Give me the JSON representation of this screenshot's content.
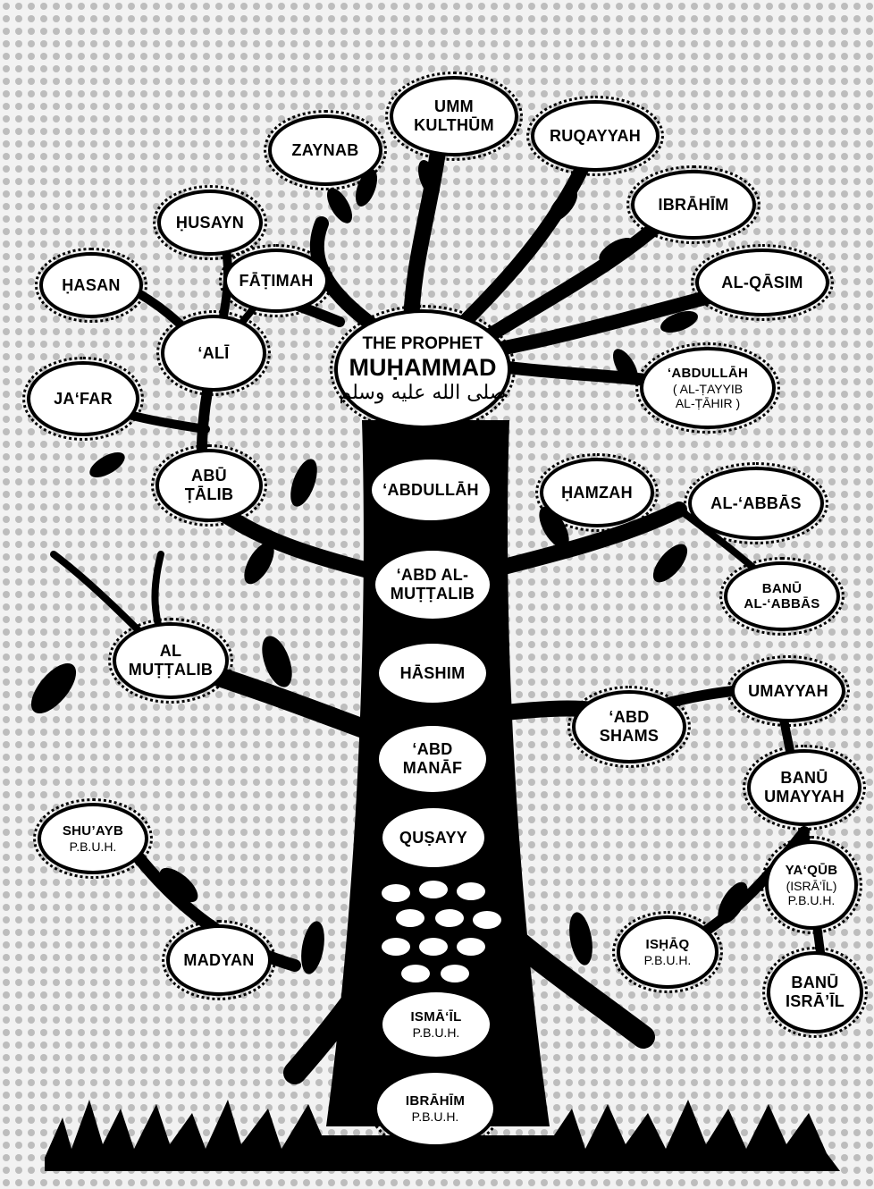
{
  "nodes": {
    "umm_kulthum": [
      "UMM",
      "KULTHŪM"
    ],
    "zaynab": [
      "ZAYNAB"
    ],
    "ruqayyah": [
      "RUQAYYAH"
    ],
    "ibrahim_son": [
      "IBRĀHĪM"
    ],
    "husayn": [
      "ḤUSAYN"
    ],
    "hasan": [
      "ḤASAN"
    ],
    "fatimah": [
      "FĀṬIMAH"
    ],
    "al_qasim": [
      "AL-QĀSIM"
    ],
    "prophet": {
      "line1": "THE PROPHET",
      "line2": "MUḤAMMAD",
      "line3": "صلى الله عليه وسلم"
    },
    "ali": [
      "‘ALĪ"
    ],
    "abdullah_tayyib": {
      "line1": "‘ABDULLĀH",
      "line2": "( AL-ṬAYYIB",
      "line3": "AL-ṬĀHIR )"
    },
    "jafar": [
      "JA‘FAR"
    ],
    "abu_talib": [
      "ABŪ",
      "ṬĀLIB"
    ],
    "abdullah": [
      "‘ABDULLĀH"
    ],
    "hamzah": [
      "ḤAMZAH"
    ],
    "al_abbas": [
      "AL-‘ABBĀS"
    ],
    "abd_al_muttalib": [
      "‘ABD AL-",
      "MUṬṬALIB"
    ],
    "banu_abbas": [
      "BANŪ",
      "AL-‘ABBĀS"
    ],
    "al_muttalib": [
      "AL",
      "MUṬṬALIB"
    ],
    "hashim": [
      "HĀSHIM"
    ],
    "umayyah": [
      "UMAYYAH"
    ],
    "abd_shams": [
      "‘ABD",
      "SHAMS"
    ],
    "abd_manaf": [
      "‘ABD",
      "MANĀF"
    ],
    "banu_umayyah": [
      "BANŪ",
      "UMAYYAH"
    ],
    "shuayb": [
      "SHU’AYB",
      "P.B.U.H."
    ],
    "qusayy": [
      "QUṢAYY"
    ],
    "yaqub": [
      "YA‘QŪB",
      "(ISRĀ’ĪL)",
      "P.B.U.H."
    ],
    "madyan": [
      "MADYAN"
    ],
    "ishaq": [
      "ISḤĀQ",
      "P.B.U.H."
    ],
    "ismail": [
      "ISMĀ‘ĪL",
      "P.B.U.H."
    ],
    "banu_israil": [
      "BANŪ",
      "ISRĀ’ĪL"
    ],
    "ibrahim": [
      "IBRĀHĪM",
      "P.B.U.H."
    ]
  },
  "colors": {
    "ink": "#000000",
    "paper": "#ffffff",
    "pattern": "#d9d9d9"
  }
}
